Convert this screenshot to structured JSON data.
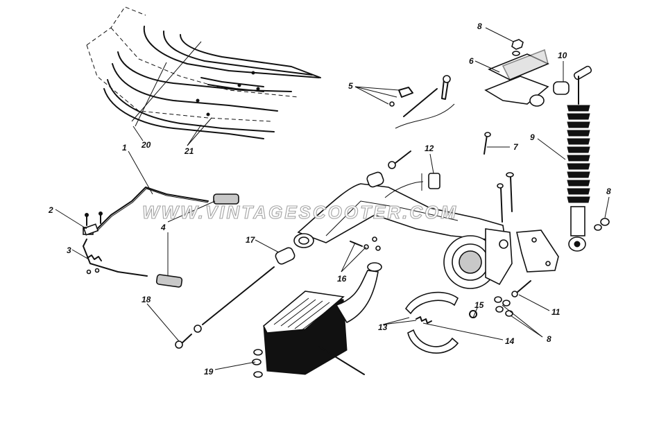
{
  "watermark": "WWW.VINTAGESCOOTER.COM",
  "callouts": {
    "c1": "1",
    "c2": "2",
    "c3": "3",
    "c4": "4",
    "c5": "5",
    "c6": "6",
    "c7": "7",
    "c8a": "8",
    "c8b": "8",
    "c8c": "8",
    "c9": "9",
    "c10": "10",
    "c11": "11",
    "c12": "12",
    "c13": "13",
    "c14": "14",
    "c15": "15",
    "c16": "16",
    "c17": "17",
    "c18": "18",
    "c19": "19",
    "c20": "20",
    "c21": "21"
  }
}
